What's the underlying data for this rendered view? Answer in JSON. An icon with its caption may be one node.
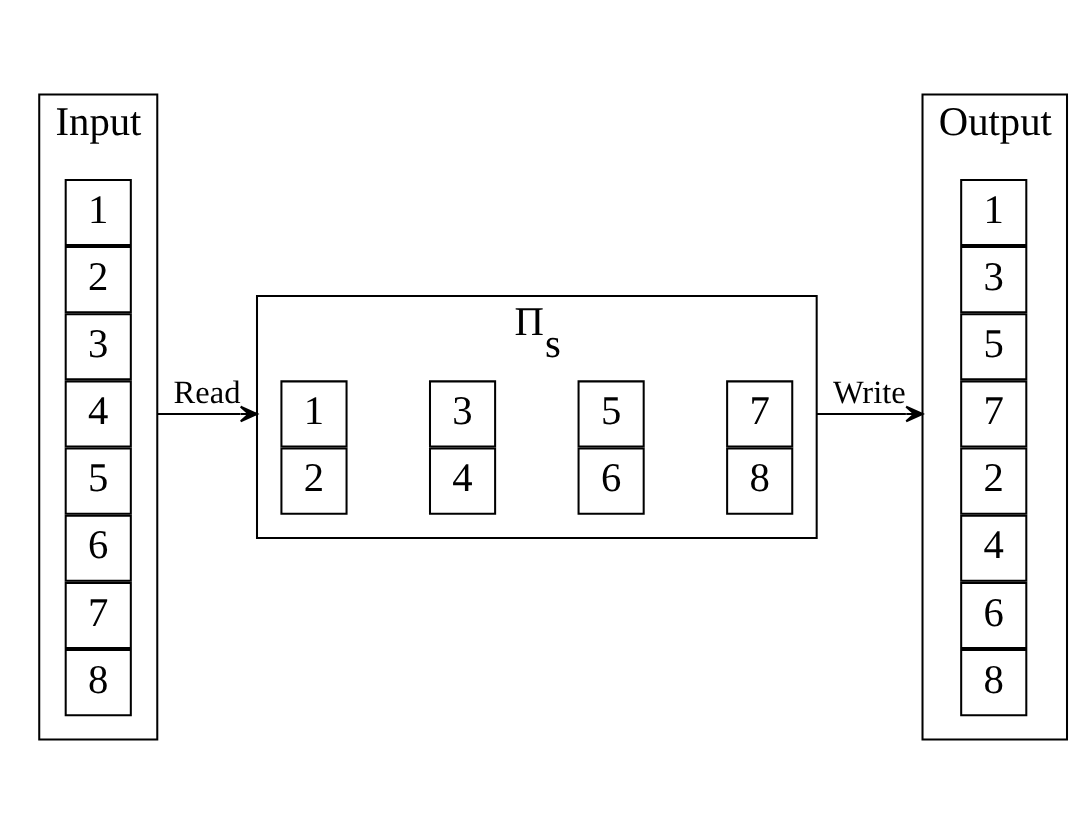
{
  "diagram": {
    "nodes": [
      {
        "text": [
          "Input"
        ]
      },
      {
        "text": [
          "1"
        ],
        "in": 0
      },
      {
        "text": [
          "2"
        ],
        "in": 0
      },
      {
        "text": [
          "3"
        ],
        "in": 0
      },
      {
        "text": [
          "4"
        ],
        "in": 0
      },
      {
        "text": [
          "5"
        ],
        "in": 0
      },
      {
        "text": [
          "6"
        ],
        "in": 0
      },
      {
        "text": [
          "7"
        ],
        "in": 0
      },
      {
        "text": [
          "8"
        ],
        "in": 0
      },
      {
        "text": [
          "Π$_{s}$"
        ]
      },
      {
        "text": [
          "1"
        ],
        "in": 9
      },
      {
        "text": [
          "3"
        ],
        "in": 9
      },
      {
        "text": [
          "5"
        ],
        "in": 9
      },
      {
        "text": [
          "7"
        ],
        "in": 9
      },
      {
        "text": [
          "2"
        ],
        "in": 9
      },
      {
        "text": [
          "4"
        ],
        "in": 9
      },
      {
        "text": [
          "6"
        ],
        "in": 9
      },
      {
        "text": [
          "8"
        ],
        "in": 9
      },
      {
        "text": [
          "Output"
        ]
      },
      {
        "text": [
          "1"
        ],
        "in": 18
      },
      {
        "text": [
          "3"
        ],
        "in": 18
      },
      {
        "text": [
          "5"
        ],
        "in": 18
      },
      {
        "text": [
          "7"
        ],
        "in": 18
      },
      {
        "text": [
          "2"
        ],
        "in": 18
      },
      {
        "text": [
          "4"
        ],
        "in": 18
      },
      {
        "text": [
          "6"
        ],
        "in": 18
      },
      {
        "text": [
          "8"
        ],
        "in": 18
      }
    ],
    "edges": [
      {
        "from": 0,
        "to": 9,
        "arrow": "to",
        "label": "Read"
      },
      {
        "from": 9,
        "to": 18,
        "arrow": "to",
        "label": "Write"
      }
    ]
  }
}
